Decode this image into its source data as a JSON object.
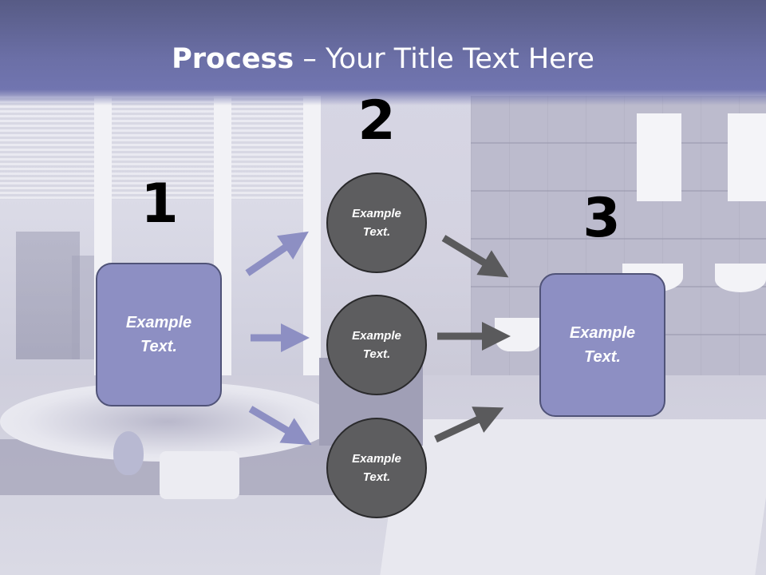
{
  "title": {
    "bold": "Process",
    "rest": " – Your Title Text Here"
  },
  "steps": [
    {
      "number": "1",
      "box_text": "Example Text."
    },
    {
      "number": "2"
    },
    {
      "number": "3",
      "box_text": "Example Text."
    }
  ],
  "circles": [
    {
      "text": "Example Text."
    },
    {
      "text": "Example Text."
    },
    {
      "text": "Example Text."
    }
  ],
  "colors": {
    "title_band": "#6b6fa6",
    "box_fill": "#8d8fc3",
    "box_border": "#505378",
    "circle_fill": "#5d5d5f",
    "arrow_left": "#8d8fc3",
    "arrow_right": "#5a5a5c"
  }
}
